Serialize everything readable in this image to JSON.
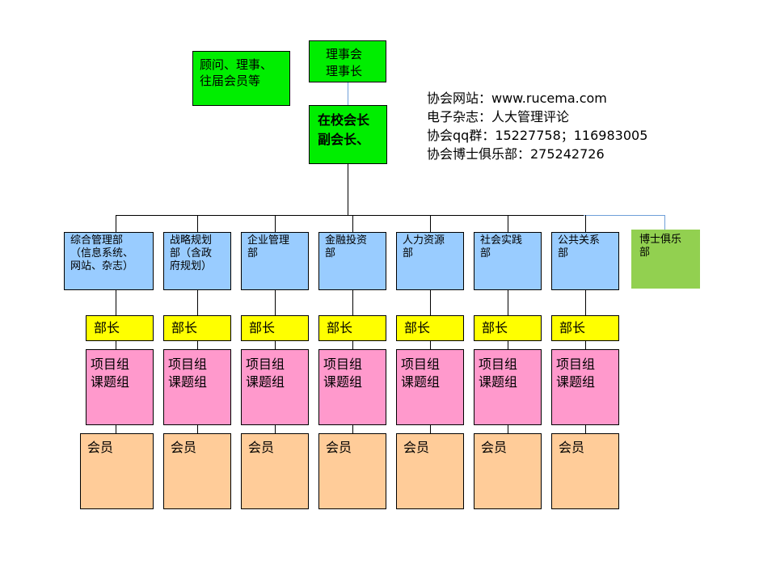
{
  "top": {
    "advisors": "顾问、理事、\n往届会员等",
    "council": "理事会\n理事长",
    "president": "在校会长\n副会长、"
  },
  "info": {
    "lines": [
      "协会网站：www.rucema.com",
      "电子杂志：人大管理评论",
      "协会qq群：15227758；116983005",
      "协会博士俱乐部：275242726"
    ]
  },
  "departments": [
    {
      "name": "综合管理部\n（信息系统、\n网站、杂志）",
      "chief": "部长",
      "project": "项目组\n课题组",
      "members": "会员"
    },
    {
      "name": "战略规划\n部（含政\n府规划）",
      "chief": "部长",
      "project": "项目组\n课题组",
      "members": "会员"
    },
    {
      "name": "企业管理\n部",
      "chief": "部长",
      "project": "项目组\n课题组",
      "members": "会员"
    },
    {
      "name": "金融投资\n部",
      "chief": "部长",
      "project": "项目组\n课题组",
      "members": "会员"
    },
    {
      "name": "人力资源\n部",
      "chief": "部长",
      "project": "项目组\n课题组",
      "members": "会员"
    },
    {
      "name": "社会实践\n部",
      "chief": "部长",
      "project": "项目组\n课题组",
      "members": "会员"
    },
    {
      "name": "公共关系\n部",
      "chief": "部长",
      "project": "项目组\n课题组",
      "members": "会员"
    }
  ],
  "doctor_club": "博士俱乐\n部",
  "colors": {
    "top": "#00ee00",
    "department": "#99ccff",
    "doctor_club": "#92d050",
    "chief": "#ffff00",
    "project": "#ff99cc",
    "members": "#ffcc99"
  }
}
